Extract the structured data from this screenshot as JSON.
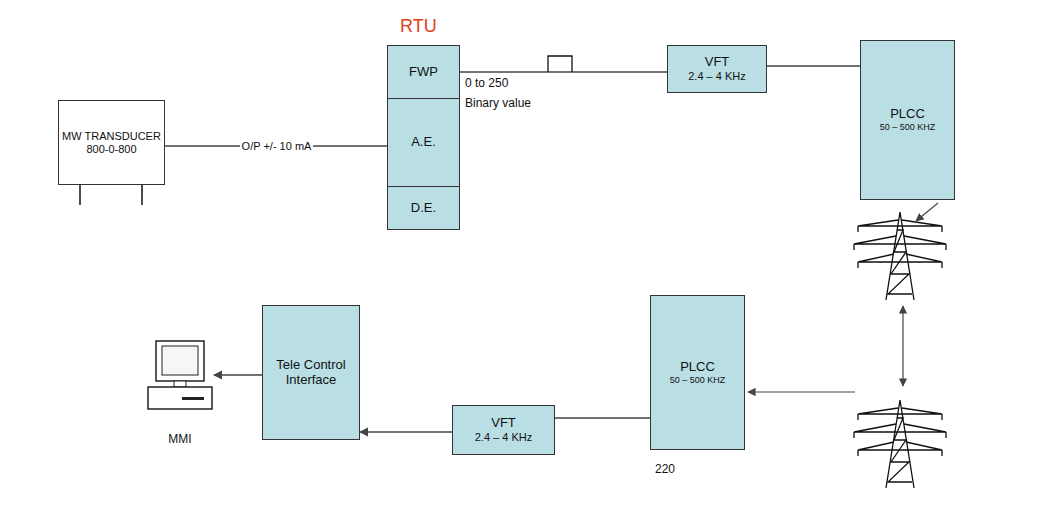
{
  "diagram": {
    "nodes": [
      {
        "text": [
          "MW TRANSDUCER",
          "800-0-800"
        ]
      },
      {
        "text": [
          "RTU"
        ]
      },
      {
        "text": [
          "FWP"
        ],
        "in": 1
      },
      {
        "text": [
          "A.E."
        ],
        "in": 1
      },
      {
        "text": [
          "D.E."
        ],
        "in": 1
      },
      {
        "text": [
          "VFT",
          "2.4 – 4 KHz"
        ]
      },
      {
        "text": [
          "PLCC",
          "50 – 500 KHZ"
        ]
      },
      {
        "text": [
          "MMI"
        ]
      },
      {
        "text": [
          "Tele Control Interface"
        ]
      },
      {
        "text": [
          "VFT",
          "2.4 – 4 KHz"
        ]
      },
      {
        "text": [
          "PLCC",
          "50 – 500 KHZ"
        ]
      }
    ],
    "edges": [
      {
        "from": 0,
        "to": 3,
        "label": "O/P +/- 10 mA",
        "arrow": "none"
      },
      {
        "from": 2,
        "to": 5,
        "arrow": "none"
      },
      {
        "from": 5,
        "to": 6,
        "arrow": "none"
      },
      {
        "from": 10,
        "to": 9,
        "arrow": "none"
      },
      {
        "from": 9,
        "to": 8,
        "arrow": "to"
      },
      {
        "from": 8,
        "to": 7,
        "arrow": "to"
      }
    ],
    "labels": [
      "0 to 250",
      "Binary value",
      "220"
    ]
  }
}
